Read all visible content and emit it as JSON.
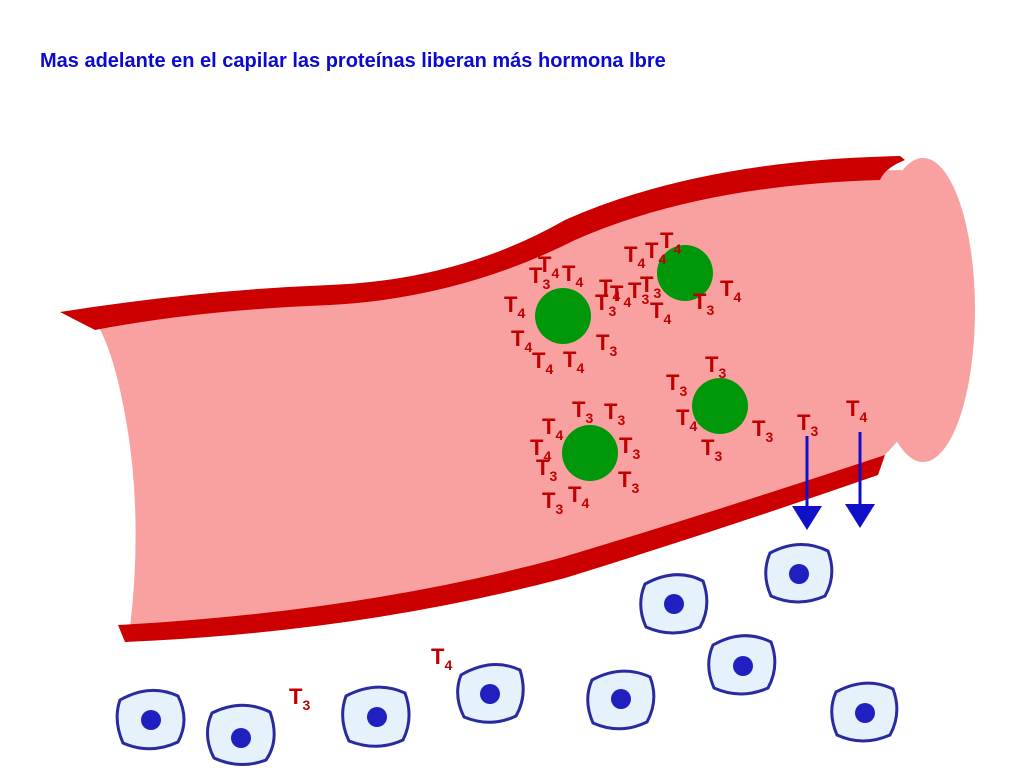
{
  "slide": {
    "title": "Mas adelante en el capilar las proteínas liberan más hormona lbre"
  },
  "colors": {
    "title": "#0a0ad0",
    "vessel_wall": "#cc0000",
    "vessel_lumen": "#f9a0a0",
    "protein": "#00980a",
    "hormone_label": "#c00000",
    "arrow": "#1010c8",
    "cell_fill": "#e6f2fb",
    "cell_border": "#2a2aa0",
    "nucleus": "#2020c0"
  },
  "hormones": {
    "t3": "T",
    "t3_sub": "3",
    "t4": "T",
    "t4_sub": "4"
  },
  "labels": [
    {
      "kind": "T4"
    },
    {
      "kind": "T4"
    },
    {
      "kind": "T4"
    },
    {
      "kind": "T3"
    },
    {
      "kind": "T4"
    },
    {
      "kind": "T4"
    },
    {
      "kind": "T4"
    },
    {
      "kind": "T4"
    },
    {
      "kind": "T4"
    },
    {
      "kind": "T3"
    },
    {
      "kind": "T4"
    },
    {
      "kind": "T3"
    },
    {
      "kind": "T3"
    },
    {
      "kind": "T3"
    },
    {
      "kind": "T4"
    },
    {
      "kind": "T4"
    },
    {
      "kind": "T4"
    },
    {
      "kind": "T3"
    },
    {
      "kind": "T4"
    },
    {
      "kind": "T3"
    },
    {
      "kind": "T3"
    },
    {
      "kind": "T3"
    },
    {
      "kind": "T3"
    },
    {
      "kind": "T4"
    },
    {
      "kind": "T3"
    },
    {
      "kind": "T3"
    },
    {
      "kind": "T4"
    },
    {
      "kind": "T3"
    },
    {
      "kind": "T3"
    },
    {
      "kind": "T3"
    },
    {
      "kind": "T4"
    },
    {
      "kind": "T4"
    },
    {
      "kind": "T4"
    },
    {
      "kind": "T3"
    },
    {
      "kind": "T3"
    },
    {
      "kind": "T4"
    },
    {
      "kind": "T3"
    }
  ]
}
